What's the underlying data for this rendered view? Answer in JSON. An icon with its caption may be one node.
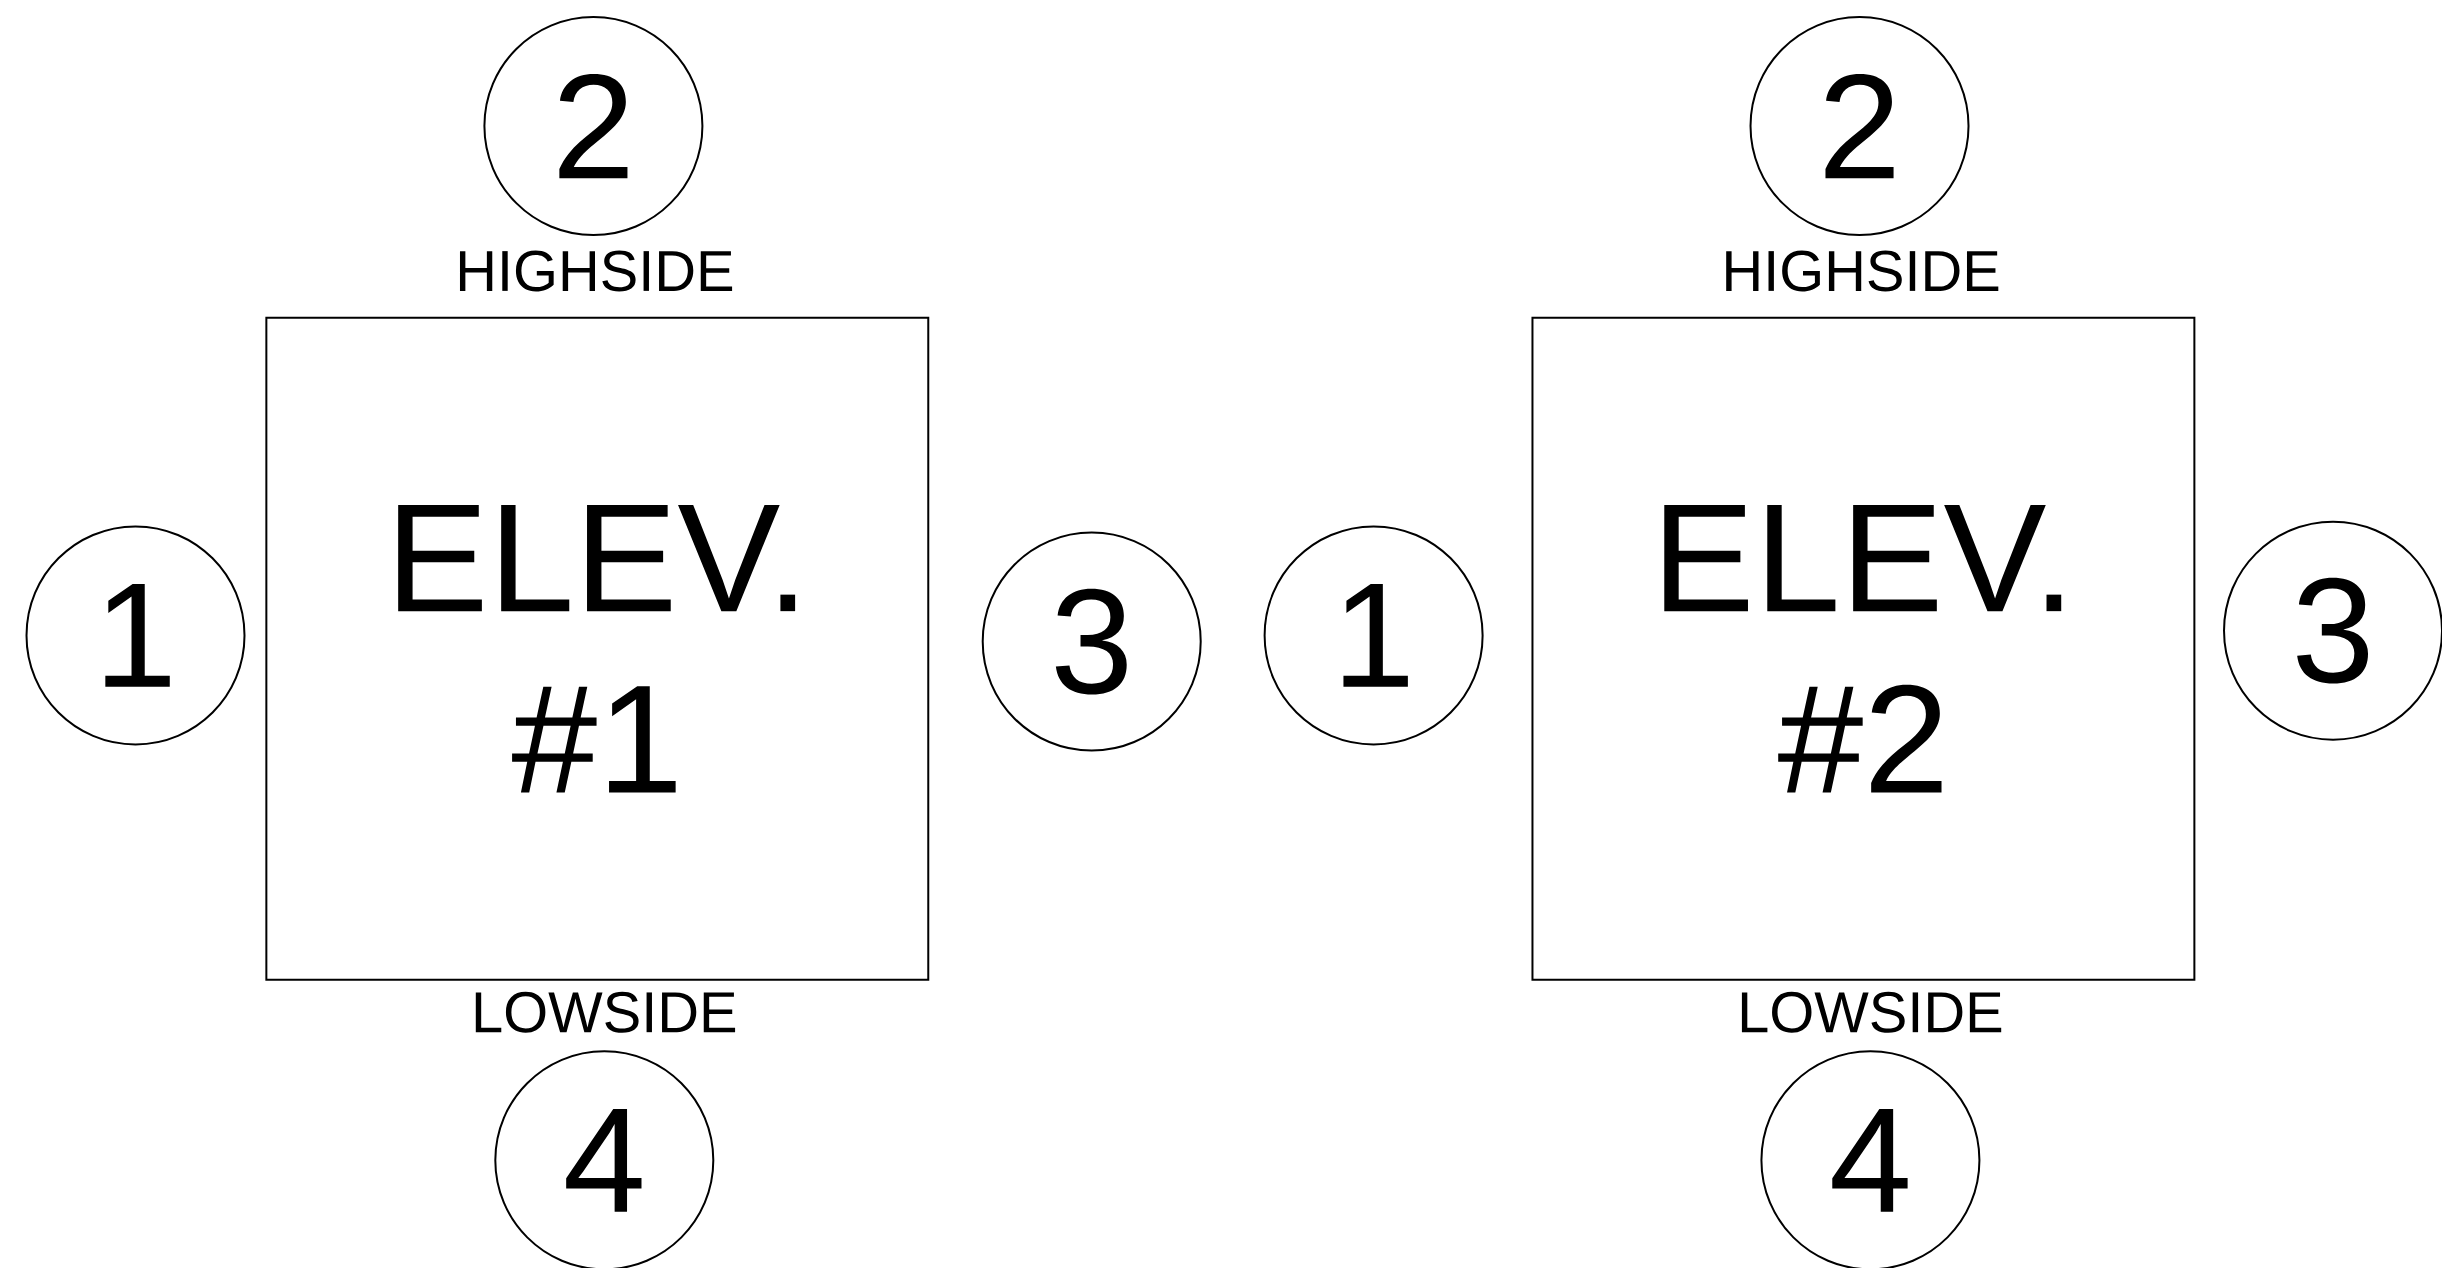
{
  "diagram": {
    "nodes": [
      {
        "text": [
          "ELEV. #1"
        ]
      },
      {
        "text": [
          "1"
        ]
      },
      {
        "text": [
          "2"
        ]
      },
      {
        "text": [
          "3"
        ]
      },
      {
        "text": [
          "4"
        ]
      },
      {
        "text": [
          "ELEV. #2"
        ]
      },
      {
        "text": [
          "1"
        ]
      },
      {
        "text": [
          "2"
        ]
      },
      {
        "text": [
          "3"
        ]
      },
      {
        "text": [
          "4"
        ]
      }
    ],
    "labels": [
      "HIGHSIDE",
      "HIGHSIDE",
      "LOWSIDE",
      "LOWSIDE"
    ]
  }
}
